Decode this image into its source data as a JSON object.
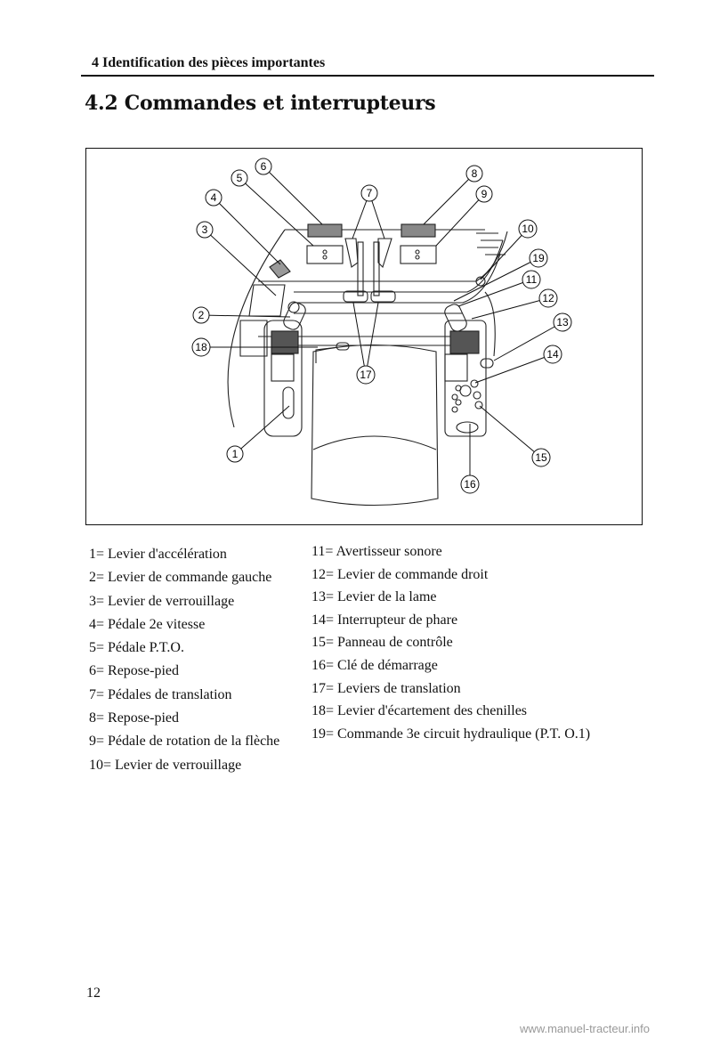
{
  "header": {
    "running_title": "4 Identification des pièces importantes"
  },
  "section_title": "4.2 Commandes et interrupteurs",
  "figure": {
    "callouts": [
      "1",
      "2",
      "3",
      "4",
      "5",
      "6",
      "7",
      "8",
      "9",
      "10",
      "11",
      "12",
      "13",
      "14",
      "15",
      "16",
      "17",
      "18",
      "19"
    ]
  },
  "legend_left": [
    "1= Levier d'accélération",
    "2= Levier de commande gauche",
    "3= Levier de verrouillage",
    "4= Pédale 2e vitesse",
    "5= Pédale P.T.O.",
    "6= Repose-pied",
    "7= Pédales de translation",
    "8= Repose-pied",
    "9= Pédale de rotation de la flèche",
    "10= Levier de verrouillage"
  ],
  "legend_right": [
    "11= Avertisseur sonore",
    "12= Levier de commande droit",
    "13= Levier de la lame",
    "14= Interrupteur de phare",
    "15= Panneau de contrôle",
    "16= Clé de démarrage",
    "17= Leviers de translation",
    "18= Levier d'écartement des chenilles",
    "19= Commande 3e circuit hydraulique (P.T. O.1)"
  ],
  "page_number": "12",
  "watermark": "www.manuel-tracteur.info"
}
